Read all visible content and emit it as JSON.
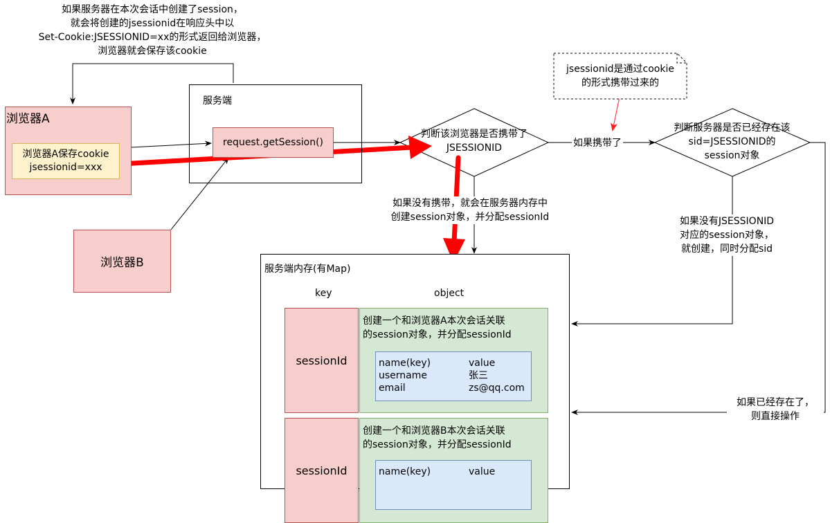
{
  "top_note": {
    "lines": [
      "如果服务器在本次会话中创建了session，",
      "就会将创建的jsessionid在响应头中以",
      "Set-Cookie:JSESSIONID=xx的形式返回给浏览器，",
      "浏览器就会保存该cookie"
    ]
  },
  "browser_a": {
    "title": "浏览器A",
    "cookie_lines": [
      "浏览器A保存cookie",
      "jsessionid=xxx"
    ]
  },
  "browser_b": {
    "title": "浏览器B"
  },
  "server": {
    "title": "服务端",
    "method": "request.getSession()"
  },
  "decision1": {
    "lines": [
      "判断该浏览器是否携带了",
      "JSESSIONID"
    ]
  },
  "decision2": {
    "lines": [
      "判断服务器是否已经存在该",
      "sid=JSESSIONID的",
      "session对象"
    ]
  },
  "carried_label": "如果携带了",
  "callout": {
    "lines": [
      "jsessionid是通过cookie",
      "的形式携带过来的"
    ]
  },
  "not_carried_note": {
    "lines": [
      "如果没有携带，就会在服务器内存中",
      "创建session对象，并分配sessionId"
    ]
  },
  "no_session_note": {
    "lines": [
      "如果没有JSESSIONID",
      "对应的session对象，",
      "就创建，同时分配sid"
    ]
  },
  "exists_note": {
    "lines": [
      "如果已经存在了，",
      "则直接操作"
    ]
  },
  "memory": {
    "title": "服务端内存(有Map)",
    "key_header": "key",
    "object_header": "object",
    "entries": [
      {
        "key": "sessionId",
        "desc": [
          "创建一个和浏览器A本次会话关联",
          "的session对象，并分配sessionId"
        ],
        "rows": [
          [
            "name(key)",
            "value"
          ],
          [
            "username",
            "张三"
          ],
          [
            "email",
            "zs@qq.com"
          ]
        ]
      },
      {
        "key": "sessionId",
        "desc": [
          "创建一个和浏览器B本次会话关联",
          "的session对象，并分配sessionId"
        ],
        "rows": [
          [
            "name(key)",
            "value"
          ]
        ]
      }
    ]
  },
  "colors": {
    "red_fill": "#f8cecc",
    "red_stroke": "#b85450",
    "yellow_fill": "#fff2cc",
    "green_fill": "#d5e8d4",
    "blue_fill": "#dae8fc",
    "big_arrow": "#ff0000"
  }
}
